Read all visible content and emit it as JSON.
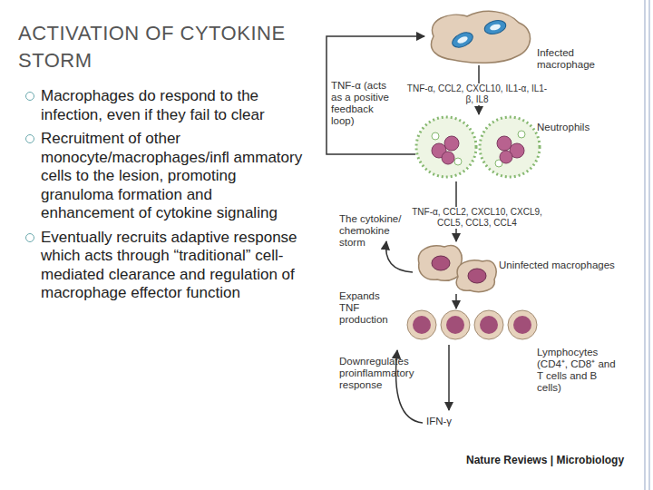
{
  "diagram": {
    "title": "ACTIVATION OF CYTOKINE STORM",
    "nodes": [
      {
        "text": [
          "Infected macrophage"
        ]
      },
      {
        "text": [
          "Neutrophils"
        ]
      },
      {
        "text": [
          "Uninfected macrophages"
        ]
      },
      {
        "text": [
          "Lymphocytes (CD4⁺, CD8⁺ and T cells and B cells)"
        ]
      }
    ],
    "edges": [
      {
        "from": 0,
        "to": 1,
        "arrow": "to",
        "label": "TNF-α, CCL2, CXCL10, IL1-α, IL1-β, IL8"
      },
      {
        "from": 1,
        "to": 2,
        "arrow": "to",
        "label": "TNF-α, CCL2, CXCL10, CXCL9, CCL5, CCL3, CCL4"
      },
      {
        "from": 2,
        "to": 3,
        "arrow": "to"
      },
      {
        "from": 1,
        "to": 0,
        "arrow": "to",
        "label": "TNF-α (acts as a positive feedback loop)"
      }
    ],
    "labels": [
      "Macrophages do respond to the infection, even if they fail to clear",
      "Recruitment of other monocyte/macrophages/infl ammatory cells to the lesion, promoting granuloma formation and enhancement of cytokine signaling",
      "Eventually recruits adaptive response which acts through “traditional” cell-mediated clearance and regulation of macrophage effector function",
      "The cytokine/ chemokine storm",
      "Expands TNF production",
      "Downregulates proinflammatory response",
      "IFN-γ",
      "Nature Reviews | Microbiology"
    ]
  }
}
